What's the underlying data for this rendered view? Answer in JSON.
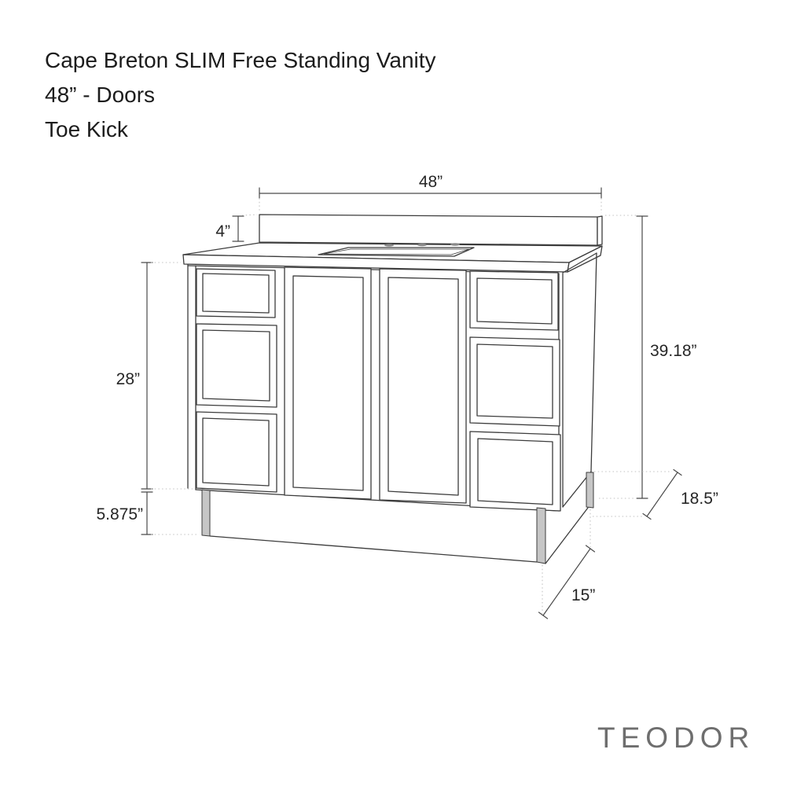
{
  "title": {
    "line1": "Cape Breton SLIM Free Standing Vanity",
    "line2": "48” - Doors",
    "line3": "Toe Kick"
  },
  "brand": "TEODOR",
  "dimensions": {
    "width": {
      "label": "48”"
    },
    "backsplash_height": {
      "label": "4”"
    },
    "cabinet_height": {
      "label": "28”"
    },
    "toe_kick_height": {
      "label": "5.875”"
    },
    "overall_height": {
      "label": "39.18”"
    },
    "depth": {
      "label": "18.5”"
    },
    "toe_kick_depth": {
      "label": "15”"
    }
  },
  "colors": {
    "line": "#3c3c3c",
    "dimension_line": "#4a4a4a",
    "dotted_leader": "#c2c2c2",
    "text": "#1c1c1c",
    "brand_text": "#6e6e6e",
    "background": "#ffffff",
    "leg_fill": "#c6c6c6"
  }
}
